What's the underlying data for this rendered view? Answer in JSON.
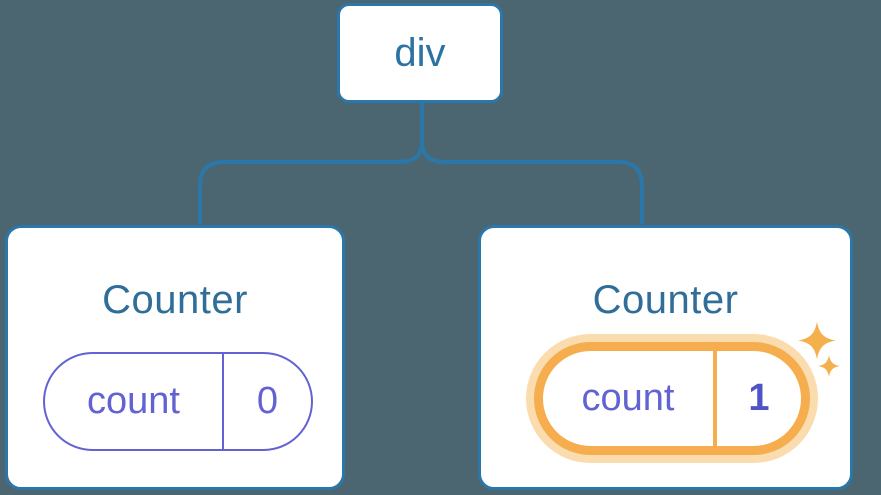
{
  "tree": {
    "root": {
      "label": "div"
    },
    "children": [
      {
        "title": "Counter",
        "state": {
          "key": "count",
          "value": "0"
        },
        "highlighted": false
      },
      {
        "title": "Counter",
        "state": {
          "key": "count",
          "value": "1"
        },
        "highlighted": true
      }
    ]
  },
  "icons": {
    "sparkles": "sparkles-icon (state updated indicator)"
  },
  "colors": {
    "background": "#4B6670",
    "node_border_blue": "#2B77A9",
    "node_text_blue": "#2C73A4",
    "card_title_blue": "#306D99",
    "state_purple": "#6262D3",
    "state_value_bold_purple": "#5053C8",
    "highlight_orange": "#F5AD4E",
    "highlight_glow_orange": "#FBDCAE",
    "card_background": "#FFFFFF"
  }
}
